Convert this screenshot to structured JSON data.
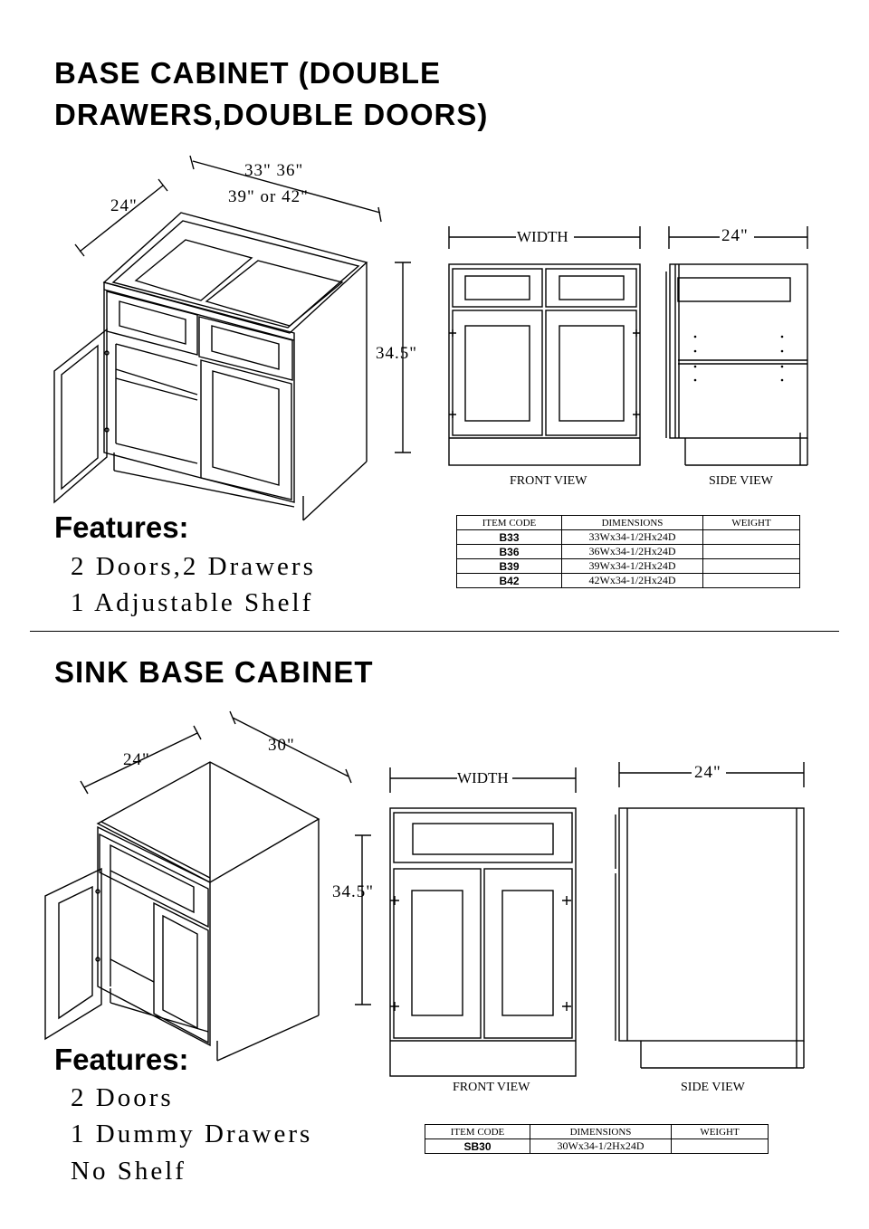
{
  "base": {
    "title_line1": "BASE CABINET (DOUBLE",
    "title_line2": "DRAWERS,DOUBLE DOORS)",
    "dim_width_line1": "33\" 36\"",
    "dim_width_line2": "39\" or 42\"",
    "dim_depth": "24\"",
    "dim_height": "34.5\"",
    "front_width_label": "WIDTH",
    "side_depth_label": "24\"",
    "front_view_caption": "FRONT VIEW",
    "side_view_caption": "SIDE VIEW",
    "features_heading": "Features:",
    "features": [
      "2 Doors,2 Drawers",
      "1 Adjustable Shelf"
    ],
    "table": {
      "headers": [
        "ITEM CODE",
        "DIMENSIONS",
        "WEIGHT"
      ],
      "rows": [
        {
          "code": "B33",
          "dimensions": "33Wx34-1/2Hx24D",
          "weight": ""
        },
        {
          "code": "B36",
          "dimensions": "36Wx34-1/2Hx24D",
          "weight": ""
        },
        {
          "code": "B39",
          "dimensions": "39Wx34-1/2Hx24D",
          "weight": ""
        },
        {
          "code": "B42",
          "dimensions": "42Wx34-1/2Hx24D",
          "weight": ""
        }
      ]
    }
  },
  "sink": {
    "title": "SINK BASE CABINET",
    "dim_width": "30\"",
    "dim_depth": "24\"",
    "dim_height": "34.5\"",
    "front_width_label": "WIDTH",
    "side_depth_label": "24\"",
    "front_view_caption": "FRONT VIEW",
    "side_view_caption": "SIDE VIEW",
    "features_heading": "Features:",
    "features": [
      "2 Doors",
      "1 Dummy Drawers",
      "No Shelf"
    ],
    "table": {
      "headers": [
        "ITEM CODE",
        "DIMENSIONS",
        "WEIGHT"
      ],
      "rows": [
        {
          "code": "SB30",
          "dimensions": "30Wx34-1/2Hx24D",
          "weight": ""
        }
      ]
    }
  }
}
